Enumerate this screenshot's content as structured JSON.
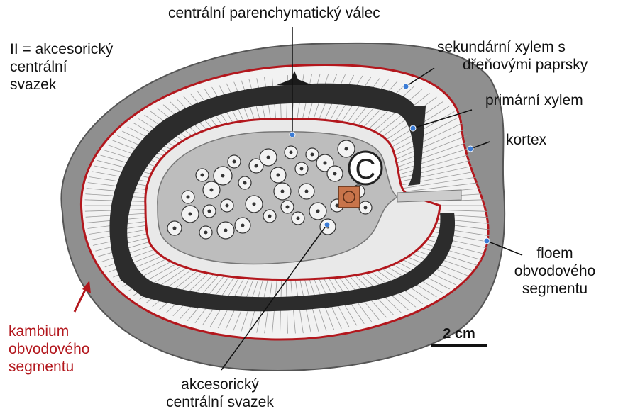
{
  "colors": {
    "cambium": "#b3171d",
    "xylem_dark": "#2c2c2c",
    "cortex": "#8c8c8c",
    "pith": "#bdbdbd",
    "label_red": "#b3171d",
    "marker": "#3a7bd5",
    "highlight_box": "#c8744a"
  },
  "labels": {
    "central_cylinder": "centrální parenchymatický válec",
    "legend_line1": "II = akcesorický",
    "legend_line2": "centrální",
    "legend_line3": "svazek",
    "secondary_xylem_line1": "sekundární xylem s",
    "secondary_xylem_line2": "dřeňovými paprsky",
    "primary_xylem": "primární xylem",
    "cortex": "kortex",
    "phloem_line1": "floem",
    "phloem_line2": "obvodového",
    "phloem_line3": "segmentu",
    "cambium_line1": "kambium",
    "cambium_line2": "obvodového",
    "cambium_line3": "segmentu",
    "accessory_line1": "akcesorický",
    "accessory_line2": "centrální svazek",
    "circle_letter": "C",
    "scale_bar": "2 cm"
  }
}
